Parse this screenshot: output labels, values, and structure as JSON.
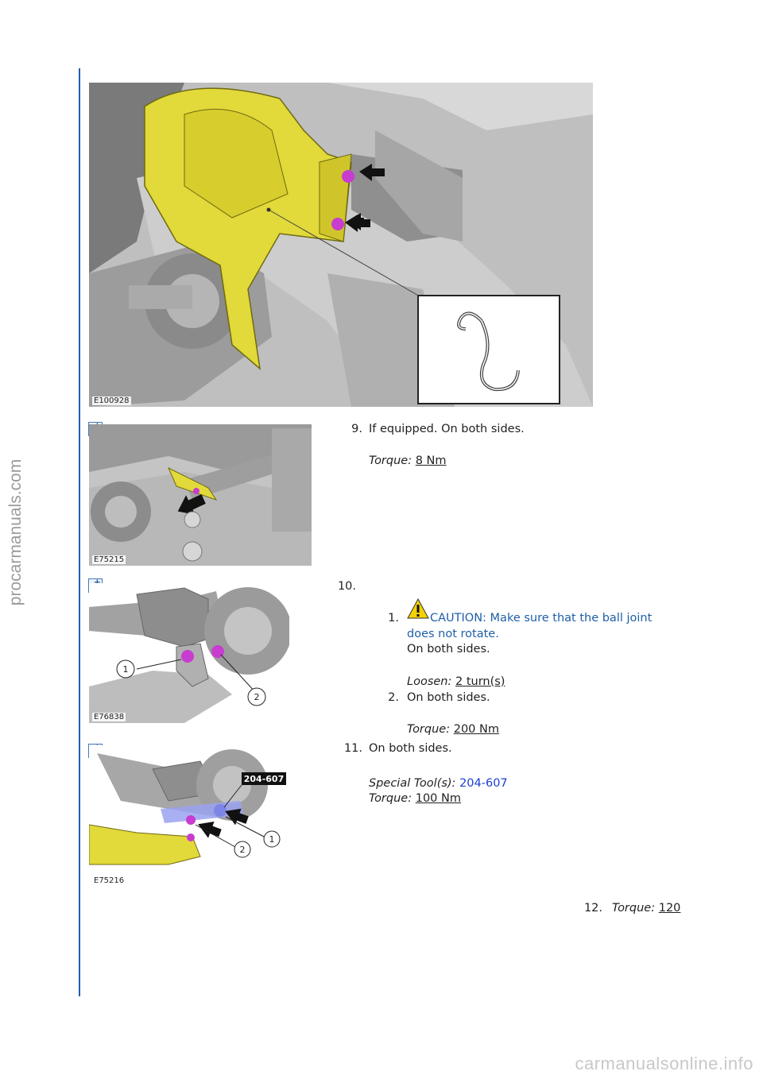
{
  "watermarks": {
    "side": "procarmanuals.com",
    "bottom": "carmanualsonline.info"
  },
  "figures": {
    "main": {
      "id": "E100928"
    },
    "fig9": {
      "id": "E75215"
    },
    "fig10": {
      "id": "E76838",
      "callout_1": "1",
      "callout_2": "2"
    },
    "fig11": {
      "id": "E75216",
      "tool_label": "204-607",
      "callout_1": "1",
      "callout_2": "2"
    }
  },
  "steps": {
    "s9": {
      "number": "9.",
      "text": "If equipped. On both sides.",
      "torque_label": "Torque:",
      "torque_value": "8 Nm"
    },
    "s10": {
      "number": "10.",
      "sub1": {
        "number": "1.",
        "caution": "CAUTION: Make sure that the ball joint",
        "caution_cont": "does not rotate.",
        "text": "On both sides.",
        "loosen_label": "Loosen:",
        "loosen_value": "2 turn(s)"
      },
      "sub2": {
        "number": "2.",
        "text": "On both sides.",
        "torque_label": "Torque:",
        "torque_value": "200 Nm"
      }
    },
    "s11": {
      "number": "11.",
      "text": "On both sides.",
      "tool_label": "Special Tool(s):",
      "tool_value": "204-607",
      "torque_label": "Torque:",
      "torque_value": "100 Nm"
    },
    "s12": {
      "number": "12.",
      "torque_label": "Torque:",
      "torque_value": "120"
    }
  },
  "colors": {
    "rule": "#1f5fa8",
    "caution_text": "#1f5fa8",
    "tool_link": "#1a3fd6",
    "shield_yellow": "#e2d93a",
    "bolt_magenta": "#c83cd0"
  }
}
